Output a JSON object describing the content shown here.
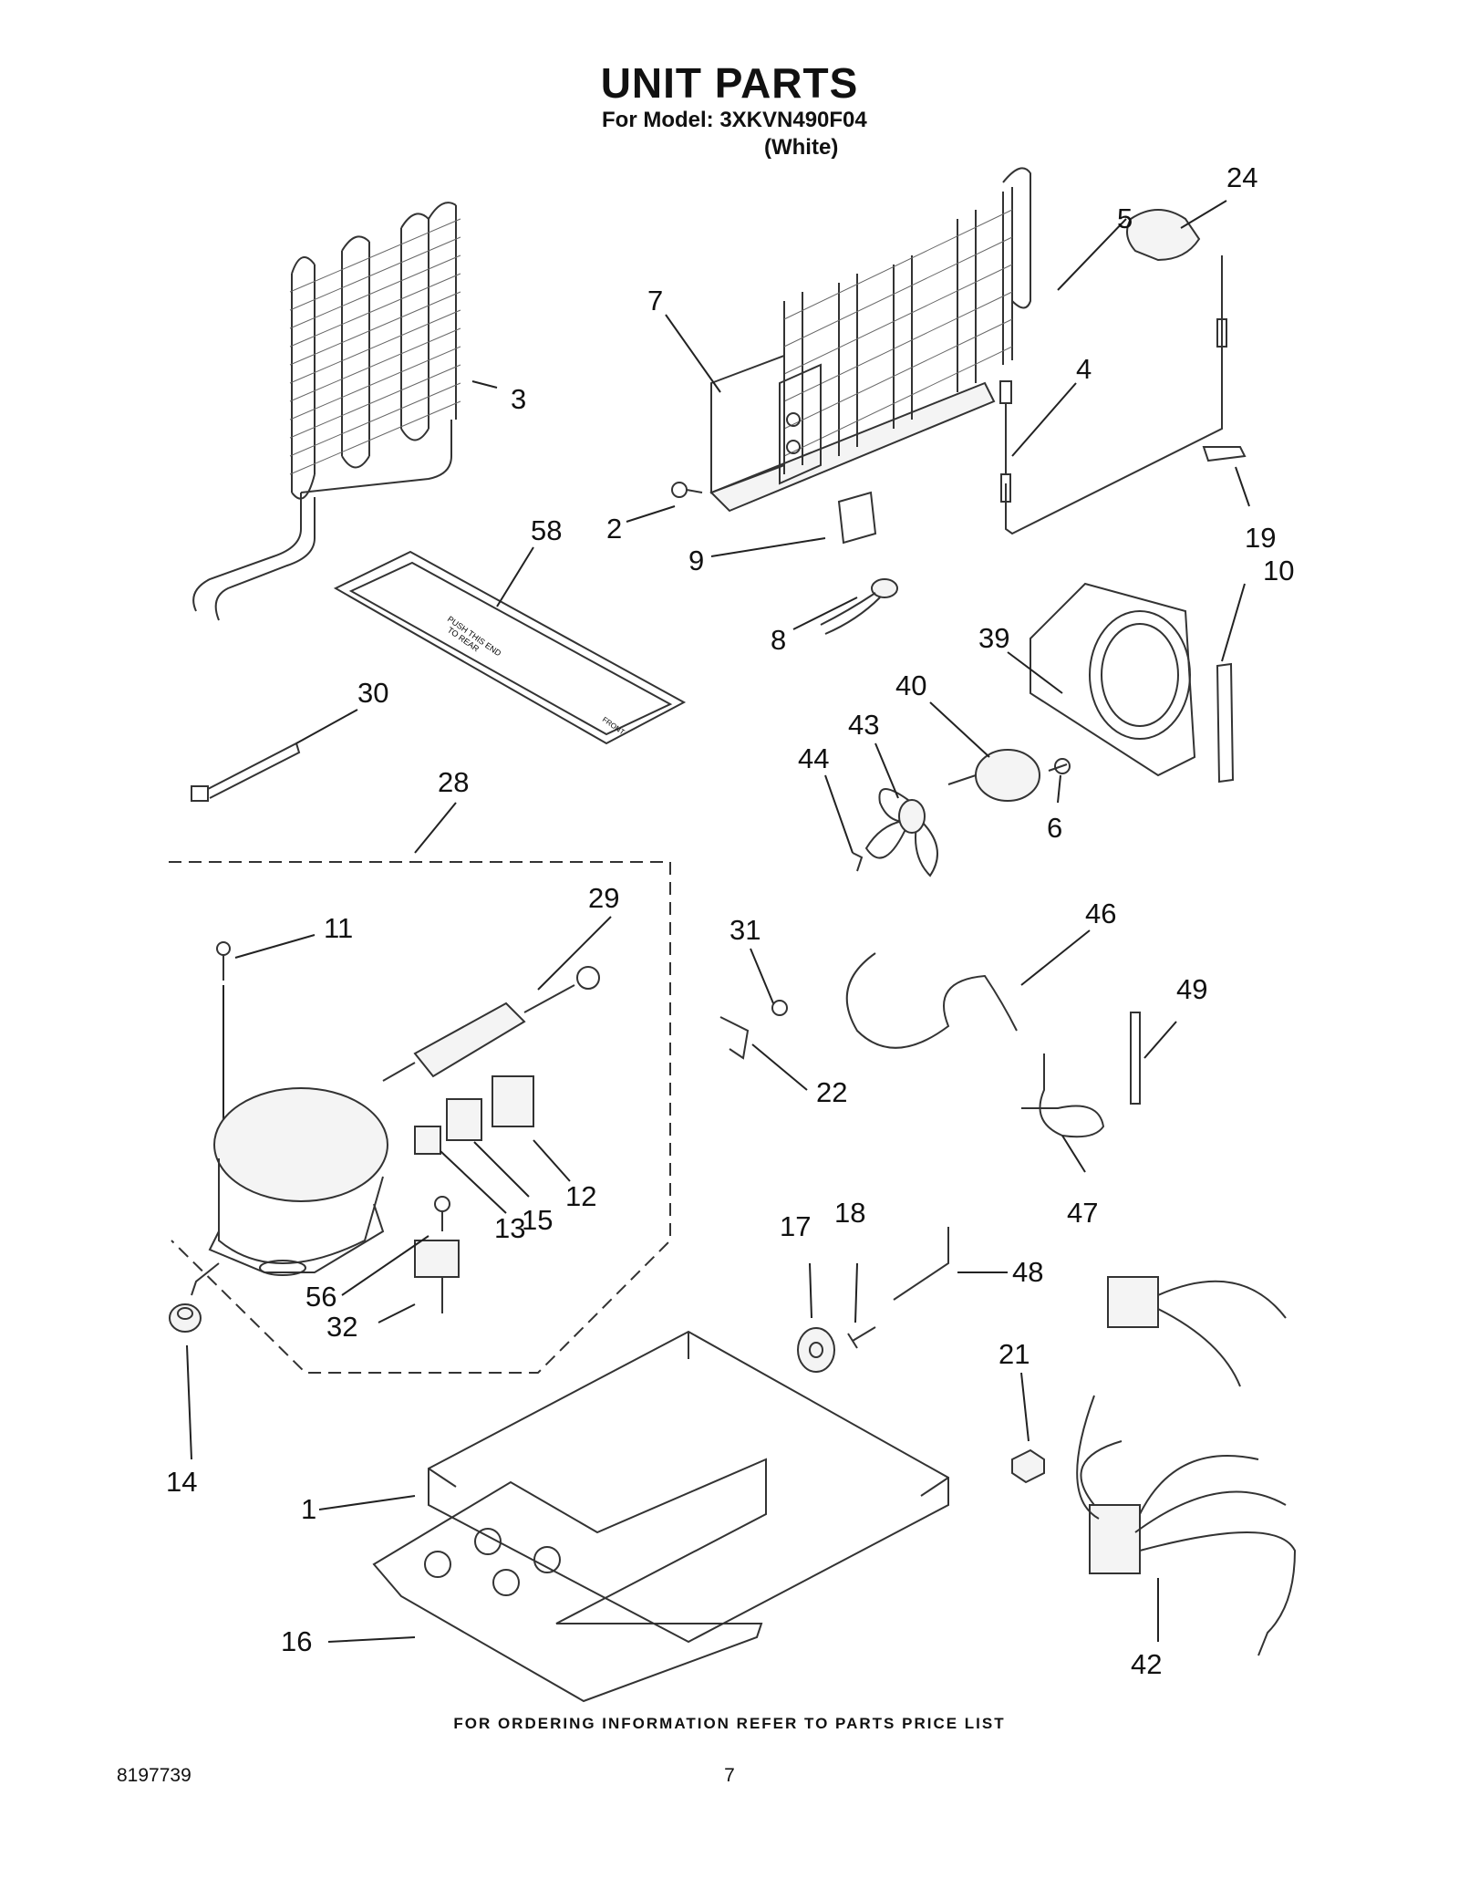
{
  "header": {
    "title": "UNIT PARTS",
    "model_line": "For Model: 3XKVN490F04",
    "color_line": "(White)"
  },
  "diagram": {
    "tray_label_1": "PUSH THIS END",
    "tray_label_2": "TO REAR",
    "tray_label_3": "FRONT",
    "callouts": [
      {
        "id": "c24",
        "text": "24"
      },
      {
        "id": "c5",
        "text": "5"
      },
      {
        "id": "c7",
        "text": "7"
      },
      {
        "id": "c3",
        "text": "3"
      },
      {
        "id": "c4",
        "text": "4"
      },
      {
        "id": "c58",
        "text": "58"
      },
      {
        "id": "c2",
        "text": "2"
      },
      {
        "id": "c9",
        "text": "9"
      },
      {
        "id": "c19",
        "text": "19"
      },
      {
        "id": "c10",
        "text": "10"
      },
      {
        "id": "c8",
        "text": "8"
      },
      {
        "id": "c39",
        "text": "39"
      },
      {
        "id": "c30",
        "text": "30"
      },
      {
        "id": "c40",
        "text": "40"
      },
      {
        "id": "c43",
        "text": "43"
      },
      {
        "id": "c44",
        "text": "44"
      },
      {
        "id": "c6",
        "text": "6"
      },
      {
        "id": "c28",
        "text": "28"
      },
      {
        "id": "c29",
        "text": "29"
      },
      {
        "id": "c11",
        "text": "11"
      },
      {
        "id": "c31",
        "text": "31"
      },
      {
        "id": "c46",
        "text": "46"
      },
      {
        "id": "c49",
        "text": "49"
      },
      {
        "id": "c22",
        "text": "22"
      },
      {
        "id": "c12",
        "text": "12"
      },
      {
        "id": "c13",
        "text": "13"
      },
      {
        "id": "c15",
        "text": "15"
      },
      {
        "id": "c47",
        "text": "47"
      },
      {
        "id": "c17",
        "text": "17"
      },
      {
        "id": "c18",
        "text": "18"
      },
      {
        "id": "c48",
        "text": "48"
      },
      {
        "id": "c56",
        "text": "56"
      },
      {
        "id": "c32",
        "text": "32"
      },
      {
        "id": "c21",
        "text": "21"
      },
      {
        "id": "c14",
        "text": "14"
      },
      {
        "id": "c1",
        "text": "1"
      },
      {
        "id": "c16",
        "text": "16"
      },
      {
        "id": "c42",
        "text": "42"
      }
    ]
  },
  "footer": {
    "ordering_note": "FOR ORDERING INFORMATION REFER TO PARTS PRICE LIST",
    "doc_number": "8197739",
    "page_number": "7"
  }
}
